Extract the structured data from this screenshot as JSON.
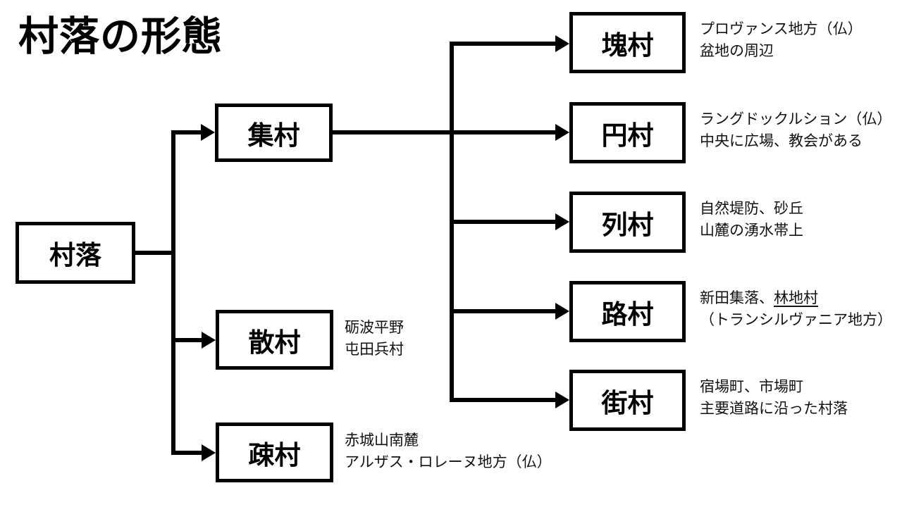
{
  "title": "村落の形態",
  "colors": {
    "background": "#ffffff",
    "line": "#000000",
    "box_border": "#000000",
    "text": "#000000"
  },
  "root": {
    "label": "村落"
  },
  "level2": [
    {
      "label": "集村"
    },
    {
      "label": "散村",
      "note_lines": [
        "砺波平野",
        "屯田兵村"
      ]
    },
    {
      "label": "疎村",
      "note_lines": [
        "赤城山南麓",
        "アルザス・ロレーヌ地方（仏）"
      ]
    }
  ],
  "level3": [
    {
      "label": "塊村",
      "note_lines": [
        "プロヴァンス地方（仏）",
        "盆地の周辺"
      ]
    },
    {
      "label": "円村",
      "note_lines": [
        "ラングドックルション（仏）",
        "中央に広場、教会がある"
      ]
    },
    {
      "label": "列村",
      "note_lines": [
        "自然堤防、砂丘",
        "山麓の湧水帯上"
      ]
    },
    {
      "label": "路村",
      "note": {
        "line1_pre": "新田集落、",
        "line1_underlined": "林地村",
        "line2": "（トランシルヴァニア地方）"
      }
    },
    {
      "label": "街村",
      "note_lines": [
        "宿場町、市場町",
        "主要道路に沿った村落"
      ]
    }
  ]
}
